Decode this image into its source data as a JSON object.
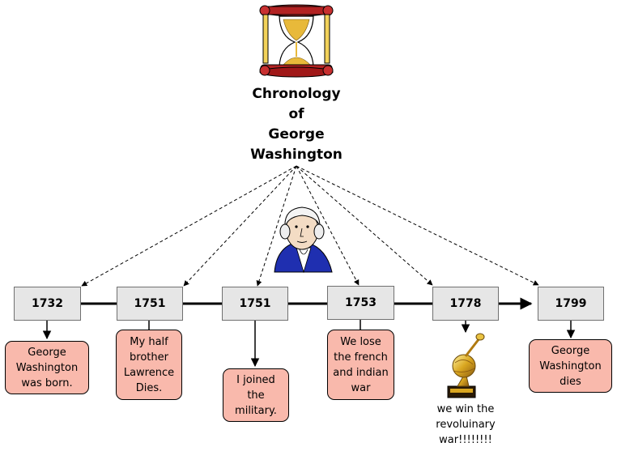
{
  "title_lines": [
    "Chronology",
    "of",
    "George",
    "Washington"
  ],
  "years": [
    "1732",
    "1751",
    "1751",
    "1753",
    "1778",
    "1799"
  ],
  "events": [
    "George Washington was born.",
    "My half brother Lawrence Dies.",
    "I joined the military.",
    "We lose the french and indian war",
    "we win the revoluinary war!!!!!!!!",
    "George Washington dies"
  ],
  "icons": {
    "top": "hourglass-icon",
    "center": "george-washington-portrait",
    "award": "golden-trophy-icon"
  },
  "colors": {
    "year_box_fill": "#e6e6e6",
    "event_box_fill": "#f9b9ac",
    "hourglass_wood": "#b22222",
    "sand": "#e8b93a",
    "coat": "#1f2fb0"
  }
}
